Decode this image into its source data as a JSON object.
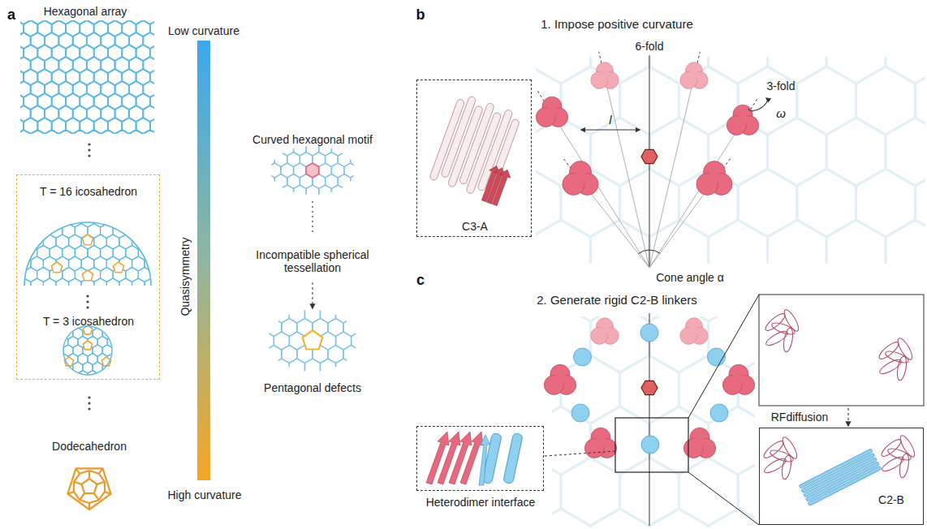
{
  "diagram": {
    "nodes": [
      {
        "text": [
          "T = 16 icosahedron",
          "T = 3 icosahedron",
          "Quasisymmetry"
        ]
      },
      {
        "text": [
          "C3-A"
        ]
      },
      {
        "text": [
          "Heterodimer interface"
        ]
      },
      {
        "text": [
          "C2-B"
        ]
      }
    ],
    "labels": [
      "a",
      "Hexagonal array",
      "Low curvature",
      "Dodecahedron",
      "High curvature",
      "Curved hexagonal motif",
      "Incompatible spherical tessellation",
      "Pentagonal defects",
      "b",
      "1. Impose positive curvature",
      "6-fold",
      "3-fold",
      "ω",
      "l",
      "Cone angle α",
      "c",
      "2. Generate rigid C2-B linkers",
      "RFdiffusion"
    ]
  }
}
